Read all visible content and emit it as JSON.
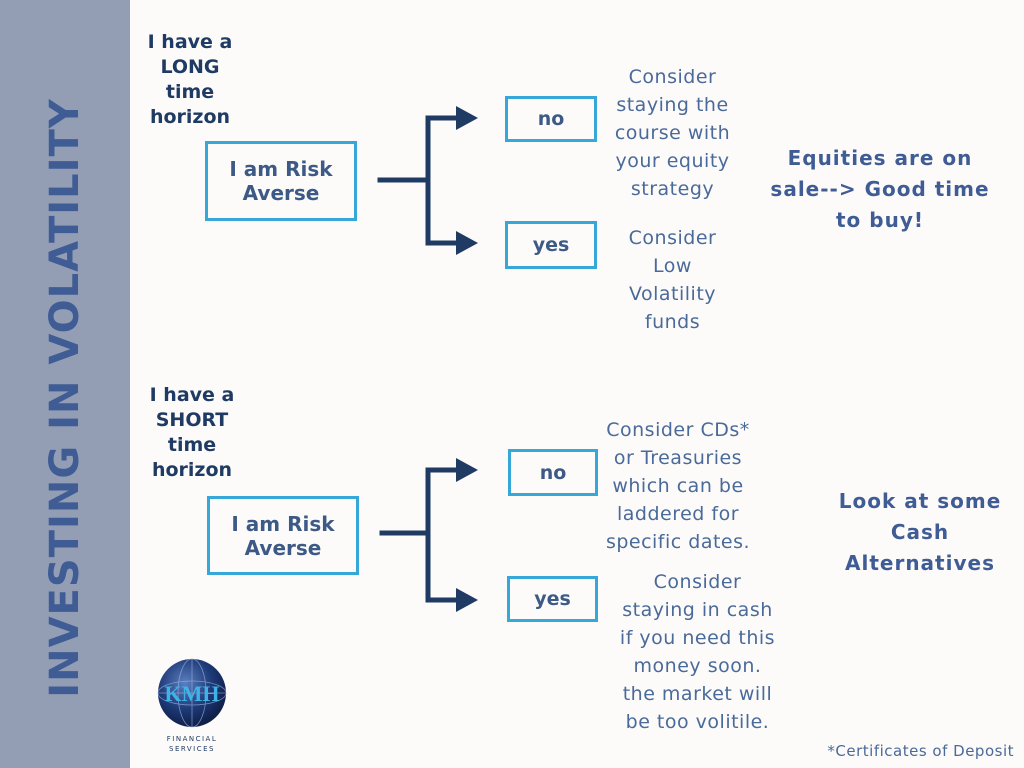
{
  "sidebar": {
    "title": "INVESTING IN VOLATILITY"
  },
  "long": {
    "horizon": [
      "I have a",
      "LONG",
      "time",
      "horizon"
    ],
    "risk_box": [
      "I am Risk",
      "Averse"
    ],
    "no_label": "no",
    "yes_label": "yes",
    "no_text": [
      "Consider",
      "staying the",
      "course with",
      "your equity",
      "strategy"
    ],
    "yes_text": [
      "Consider",
      "Low",
      "Volatility",
      "funds"
    ],
    "note": [
      "Equities are on",
      "sale--> Good time",
      "to buy!"
    ]
  },
  "short": {
    "horizon": [
      "I have a",
      "SHORT",
      "time",
      "horizon"
    ],
    "risk_box": [
      "I am Risk",
      "Averse"
    ],
    "no_label": "no",
    "yes_label": "yes",
    "no_text": [
      "Consider CDs*",
      "or Treasuries",
      "which can be",
      "laddered for",
      "specific dates."
    ],
    "yes_text": [
      "Consider",
      "staying in cash",
      "if you need this",
      "money soon.",
      "the market will",
      "be too volitile."
    ],
    "note": [
      "Look at some",
      "Cash",
      "Alternatives"
    ]
  },
  "logo": {
    "monogram": "KMH",
    "tagline": [
      "FINANCIAL",
      "SERVICES"
    ]
  },
  "footnote": "*Certificates of Deposit",
  "colors": {
    "sidebar": "#939eb5",
    "sidebar_text": "#3f5c95",
    "box_border": "#35a7d9",
    "arrow": "#1f3a63",
    "heading": "#1f3a63",
    "body_text": "#4a6a9a"
  },
  "icons": {
    "logo": "kmh-globe-logo",
    "arrow": "arrow-right-icon"
  }
}
